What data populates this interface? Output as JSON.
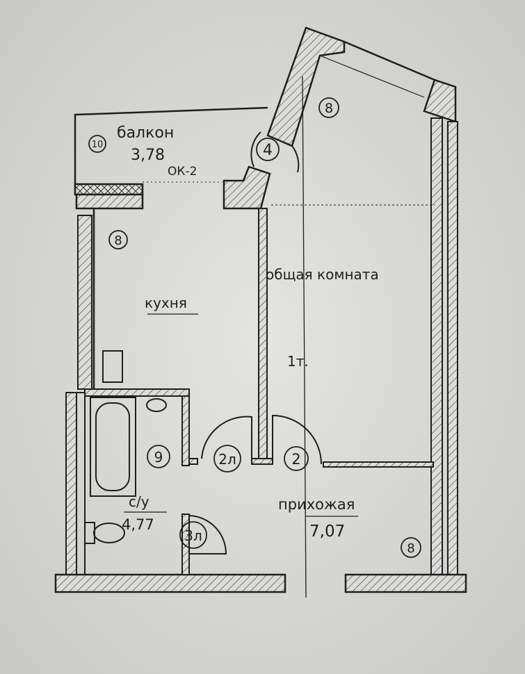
{
  "rooms": {
    "balcony": {
      "name": "балкон",
      "area": "3,78",
      "finish_code": "10",
      "window": "ОК-2"
    },
    "kitchen": {
      "name": "кухня",
      "finish_code": "8"
    },
    "living_room": {
      "name": "общая комната",
      "finish_code": "8"
    },
    "bathroom": {
      "name": "с/у",
      "area": "4,77",
      "finish_code": "9"
    },
    "hallway": {
      "name": "прихожая",
      "area": "7,07",
      "finish_code": "8"
    }
  },
  "doors": [
    "4",
    "2л",
    "2",
    "3л"
  ],
  "floor_mark": "1т.",
  "colors": {
    "paper": "#d9d9d7",
    "ink": "#1e1e1e"
  }
}
